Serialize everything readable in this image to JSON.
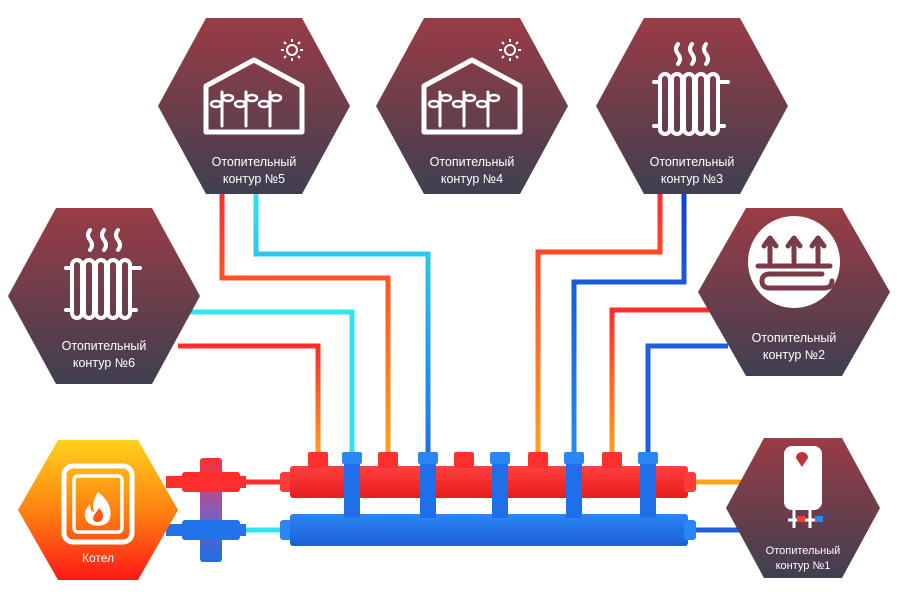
{
  "units": {
    "circuit5": {
      "line1": "Отопительный",
      "line2": "контур №5",
      "icon": "greenhouse-icon"
    },
    "circuit4": {
      "line1": "Отопительный",
      "line2": "контур №4",
      "icon": "greenhouse-icon"
    },
    "circuit3": {
      "line1": "Отопительный",
      "line2": "контур №3",
      "icon": "radiator-icon"
    },
    "circuit6": {
      "line1": "Отопительный",
      "line2": "контур №6",
      "icon": "radiator-icon"
    },
    "circuit2": {
      "line1": "Отопительный",
      "line2": "контур №2",
      "icon": "underfloor-heating-icon"
    },
    "circuit1": {
      "line1": "Отопительный",
      "line2": "контур №1",
      "icon": "water-heater-icon"
    },
    "boiler": {
      "label": "Котел",
      "icon": "boiler-fire-icon"
    }
  },
  "colors": {
    "hex_top": "#9a3c45",
    "hex_bottom": "#3f3f51",
    "boiler_top": "#ffd21a",
    "boiler_bottom": "#ff1818",
    "supply_red": "#ff2c2c",
    "return_blue": "#1c6ee6",
    "pipe_orange": "#ffa31a",
    "pipe_cyan": "#2ee5f0"
  }
}
